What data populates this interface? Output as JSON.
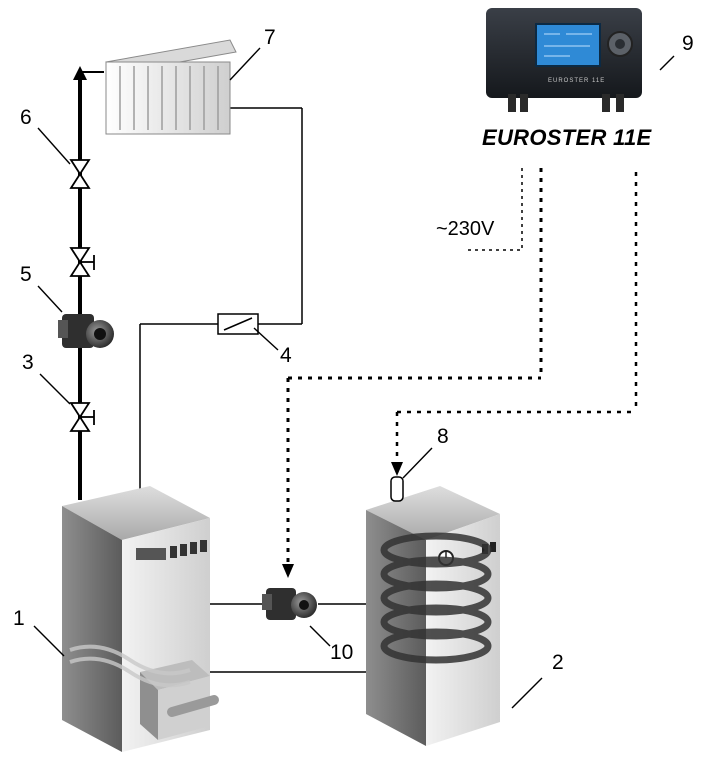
{
  "controller": {
    "name": "EUROSTER 11E",
    "device_brand": "EUROSTER 11E",
    "voltage": "~230V"
  },
  "labels": {
    "boiler": "1",
    "tank": "2",
    "valve_lower": "3",
    "mixing_valve": "4",
    "pump_circ": "5",
    "valve_upper": "6",
    "radiator": "7",
    "sensor": "8",
    "controller": "9",
    "pump_dhw": "10"
  }
}
